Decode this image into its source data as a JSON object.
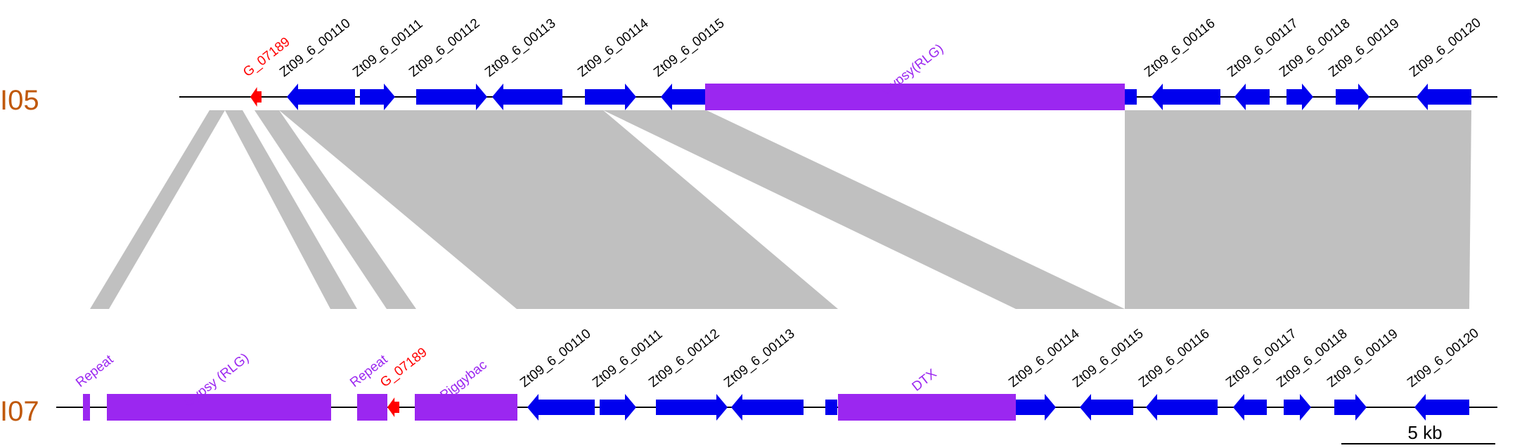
{
  "colors": {
    "gene": "#0000ee",
    "repeat": "#9b27f0",
    "highlight": "#ff0000",
    "synteny": "#c0c0c0",
    "track_label": "#c0580a",
    "backbone": "#000000",
    "gene_text": "#000000",
    "repeat_text": "#9b27f0"
  },
  "scale_bar": {
    "label": "5 kb"
  },
  "tracks": [
    {
      "label": "I05",
      "features": [
        {
          "label": "G_07189",
          "type": "highlight",
          "strand": "-"
        },
        {
          "label": "Zt09_6_00110",
          "type": "gene",
          "strand": "-"
        },
        {
          "label": "Zt09_6_00111",
          "type": "gene",
          "strand": "+"
        },
        {
          "label": "Zt09_6_00112",
          "type": "gene",
          "strand": "+"
        },
        {
          "label": "Zt09_6_00113",
          "type": "gene",
          "strand": "-"
        },
        {
          "label": "Zt09_6_00114",
          "type": "gene",
          "strand": "+"
        },
        {
          "label": "Zt09_6_00115",
          "type": "gene",
          "strand": "-"
        },
        {
          "label": "Gypsy(RLG)",
          "type": "repeat",
          "strand": "."
        },
        {
          "label": "",
          "type": "gene",
          "strand": "."
        },
        {
          "label": "Zt09_6_00116",
          "type": "gene",
          "strand": "-"
        },
        {
          "label": "Zt09_6_00117",
          "type": "gene",
          "strand": "-"
        },
        {
          "label": "Zt09_6_00118",
          "type": "gene",
          "strand": "+"
        },
        {
          "label": "Zt09_6_00119",
          "type": "gene",
          "strand": "+"
        },
        {
          "label": "Zt09_6_00120",
          "type": "gene",
          "strand": "-"
        }
      ]
    },
    {
      "label": "I07",
      "features": [
        {
          "label": "Repeat",
          "type": "repeat",
          "strand": "."
        },
        {
          "label": "Gypsy (RLG)",
          "type": "repeat",
          "strand": "."
        },
        {
          "label": "Repeat",
          "type": "repeat",
          "strand": "."
        },
        {
          "label": "G_07189",
          "type": "highlight",
          "strand": "-"
        },
        {
          "label": "Piggybac",
          "type": "repeat",
          "strand": "."
        },
        {
          "label": "Zt09_6_00110",
          "type": "gene",
          "strand": "-"
        },
        {
          "label": "Zt09_6_00111",
          "type": "gene",
          "strand": "+"
        },
        {
          "label": "Zt09_6_00112",
          "type": "gene",
          "strand": "+"
        },
        {
          "label": "Zt09_6_00113",
          "type": "gene",
          "strand": "-"
        },
        {
          "label": "",
          "type": "gene",
          "strand": "."
        },
        {
          "label": "DTX",
          "type": "repeat",
          "strand": "."
        },
        {
          "label": "Zt09_6_00114",
          "type": "gene",
          "strand": "+"
        },
        {
          "label": "Zt09_6_00115",
          "type": "gene",
          "strand": "-"
        },
        {
          "label": "Zt09_6_00116",
          "type": "gene",
          "strand": "-"
        },
        {
          "label": "Zt09_6_00117",
          "type": "gene",
          "strand": "-"
        },
        {
          "label": "Zt09_6_00118",
          "type": "gene",
          "strand": "+"
        },
        {
          "label": "Zt09_6_00119",
          "type": "gene",
          "strand": "+"
        },
        {
          "label": "Zt09_6_00120",
          "type": "gene",
          "strand": "-"
        }
      ]
    }
  ]
}
